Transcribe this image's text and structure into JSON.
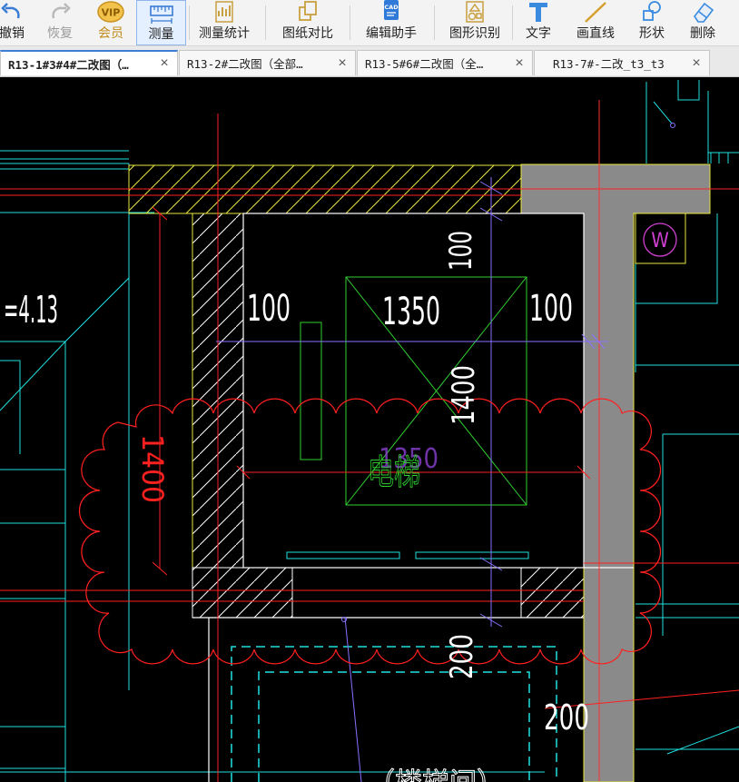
{
  "toolbar": {
    "undo": "撤销",
    "redo": "恢复",
    "vip": "会员",
    "vip_badge": "VIP",
    "measure": "测量",
    "measure_stats": "测量统计",
    "compare": "图纸对比",
    "edit_helper": "编辑助手",
    "edit_helper_badge": "CAD",
    "shape_recog": "图形识别",
    "text": "文字",
    "line": "画直线",
    "shape": "形状",
    "delete": "删除"
  },
  "tabs": [
    {
      "label": "R13-1#3#4#二改图（…",
      "close": "×",
      "active": true
    },
    {
      "label": "R13-2#二改图（全部…",
      "close": "×",
      "active": false
    },
    {
      "label": "R13-5#6#二改图（全…",
      "close": "×",
      "active": false
    },
    {
      "label": "R13-7#-二改_t3_t3",
      "close": "×",
      "active": false
    }
  ],
  "drawing": {
    "level_text": "=4.13",
    "dim_left_100": "100",
    "dim_center_1350": "1350",
    "dim_right_100": "100",
    "dim_top_100": "100",
    "dim_vertical_1400_inner": "1400",
    "dim_vertical_1400_left": "1400",
    "elevator_label": "电梯",
    "dim_1350_under_label": "1350",
    "dim_bottom_200_vertical": "200",
    "dim_bottom_200": "200",
    "column_mark": "W",
    "bottom_text": "（楼梯间）"
  },
  "colors": {
    "wall_fill": "#8a8a8a",
    "red": "#ff2020",
    "cyan": "#20e0e0",
    "yellow": "#e8e840",
    "white": "#ffffff",
    "green": "#2fd02f",
    "purple": "#8a70ff",
    "magenta": "#d040d0"
  }
}
